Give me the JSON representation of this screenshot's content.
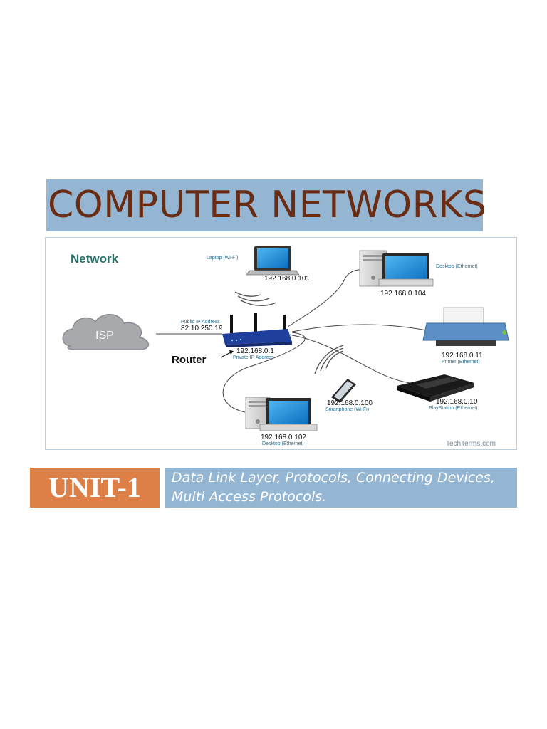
{
  "title": "COMPUTER NETWORKS",
  "diagram": {
    "heading": "Network",
    "isp_label": "ISP",
    "router": {
      "label": "Router",
      "public_caption": "Public IP Address",
      "public_ip": "82.10.250.19",
      "private_ip": "192.168.0.1",
      "private_caption": "Private IP Address"
    },
    "devices": [
      {
        "kind": "laptop",
        "caption": "Laptop (Wi-Fi)",
        "ip": "192.168.0.101"
      },
      {
        "kind": "desktop",
        "caption": "Desktop (Ethernet)",
        "ip": "192.168.0.104"
      },
      {
        "kind": "printer",
        "caption": "Printer (Ethernet)",
        "ip": "192.168.0.11"
      },
      {
        "kind": "playstation",
        "caption": "PlayStation (Ethernet)",
        "ip": "192.168.0.10"
      },
      {
        "kind": "smartphone",
        "caption": "Smartphone (Wi-Fi)",
        "ip": "192.168.0.100"
      },
      {
        "kind": "desktop",
        "caption": "Desktop (Ethernet)",
        "ip": "192.168.0.102"
      }
    ],
    "credit": "TechTerms.com"
  },
  "unit": {
    "label": "UNIT-1",
    "description_line1": "Data Link Layer, Protocols, Connecting Devices,",
    "description_line2": "Multi Access Protocols."
  },
  "colors": {
    "title_band": "#94b6d2",
    "title_text": "#6b2c14",
    "unit_box": "#dd8047",
    "heading_text": "#2a6f6a",
    "screen_blue": "#1e8fd8"
  }
}
